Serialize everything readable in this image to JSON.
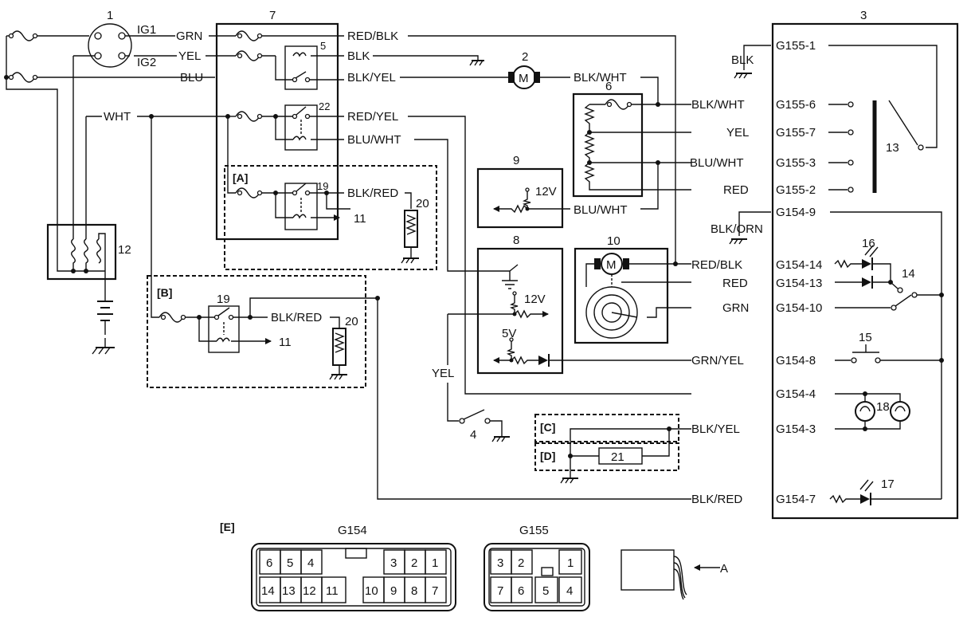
{
  "components": {
    "c1": "1",
    "c2": "2",
    "c3": "3",
    "c4": "4",
    "c5": "5",
    "c6": "6",
    "c7": "7",
    "c8": "8",
    "c9": "9",
    "c10": "10",
    "c11": "11",
    "c12": "12",
    "c13": "13",
    "c14": "14",
    "c15": "15",
    "c16": "16",
    "c17": "17",
    "c18": "18",
    "c19": "19",
    "c20": "20",
    "c21": "21",
    "c22": "22",
    "motor": "M"
  },
  "ignition": {
    "ig1": "IG1",
    "ig2": "IG2"
  },
  "sections": {
    "a": "[A]",
    "b": "[B]",
    "c": "[C]",
    "d": "[D]",
    "e": "[E]"
  },
  "wires": {
    "grn": "GRN",
    "yel": "YEL",
    "blu": "BLU",
    "wht": "WHT",
    "red_blk": "RED/BLK",
    "blk": "BLK",
    "blk_yel": "BLK/YEL",
    "blk_wht": "BLK/WHT",
    "red_yel": "RED/YEL",
    "blu_wht": "BLU/WHT",
    "blk_red": "BLK/RED",
    "red": "RED",
    "blk_orn": "BLK/ORN",
    "grn_yel": "GRN/YEL"
  },
  "voltages": {
    "v12": "12V",
    "v5": "5V"
  },
  "pins": {
    "g155_1": "G155-1",
    "g155_6": "G155-6",
    "g155_7": "G155-7",
    "g155_3": "G155-3",
    "g155_2": "G155-2",
    "g154_9": "G154-9",
    "g154_14": "G154-14",
    "g154_13": "G154-13",
    "g154_10": "G154-10",
    "g154_8": "G154-8",
    "g154_4": "G154-4",
    "g154_3": "G154-3",
    "g154_7": "G154-7"
  },
  "connectors": {
    "g154": {
      "title": "G154",
      "top": [
        "6",
        "5",
        "4",
        "3",
        "2",
        "1"
      ],
      "bottom": [
        "14",
        "13",
        "12",
        "11",
        "10",
        "9",
        "8",
        "7"
      ]
    },
    "g155": {
      "title": "G155",
      "top": [
        "3",
        "2",
        "1"
      ],
      "bottom": [
        "7",
        "6",
        "5",
        "4"
      ]
    },
    "plug_label": "A"
  }
}
